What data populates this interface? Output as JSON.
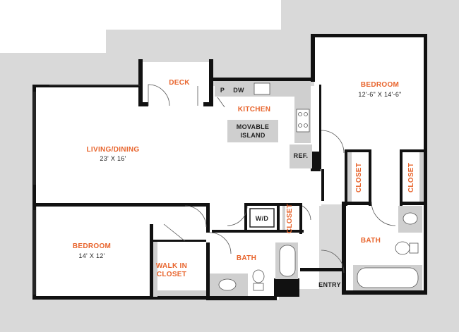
{
  "colors": {
    "room_label": "#e8642c",
    "wall": "#111111",
    "surround": "#d9d9d9",
    "fixture": "#cfcfcf",
    "floor": "#ffffff"
  },
  "rooms": {
    "deck": {
      "name": "DECK"
    },
    "kitchen": {
      "name": "KITCHEN"
    },
    "living_dining": {
      "name": "LIVING/DINING",
      "size": "23' X 16'"
    },
    "bedroom_main": {
      "name": "BEDROOM",
      "size": "12'-6\" X 14'-6\""
    },
    "bedroom_second": {
      "name": "BEDROOM",
      "size": "14' X 12'"
    },
    "walk_in_closet": {
      "line1": "WALK IN",
      "line2": "CLOSET"
    },
    "bath_left": {
      "name": "BATH"
    },
    "bath_right": {
      "name": "BATH"
    },
    "closet_laundry": {
      "name": "CLOSET"
    },
    "closet_bed_left": {
      "name": "CLOSET"
    },
    "closet_bed_right": {
      "name": "CLOSET"
    }
  },
  "fixtures": {
    "pantry": "P",
    "dishwasher": "DW",
    "island_line1": "MOVABLE",
    "island_line2": "ISLAND",
    "refrigerator": "REF.",
    "washer_dryer": "W/D"
  },
  "entry": {
    "label": "ENTRY"
  }
}
